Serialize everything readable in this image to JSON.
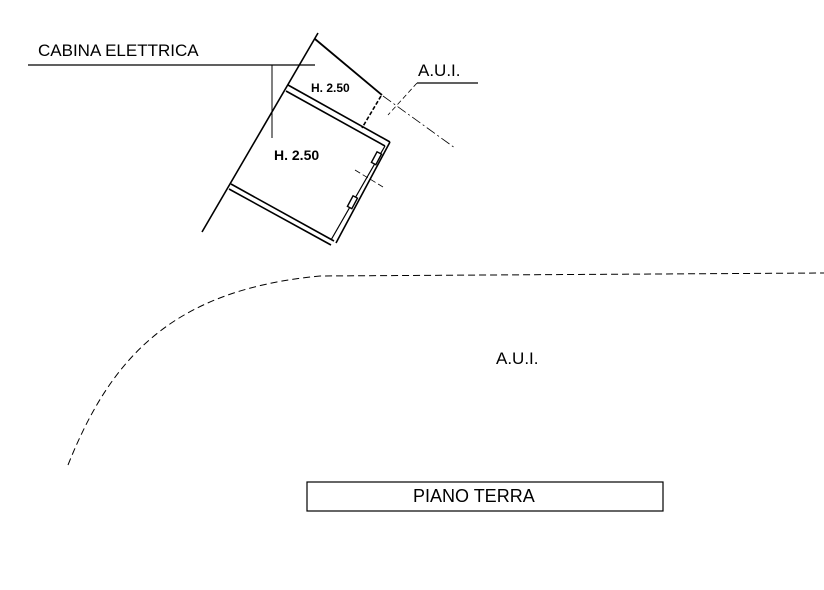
{
  "labels": {
    "cabina": "CABINA ELETTRICA",
    "aui_top": "A.U.I.",
    "room_small_height": "H. 2.50",
    "room_main_height": "H. 2.50",
    "aui_center": "A.U.I.",
    "floor_title": "PIANO TERRA"
  },
  "colors": {
    "ink": "#000000",
    "background": "#ffffff"
  }
}
